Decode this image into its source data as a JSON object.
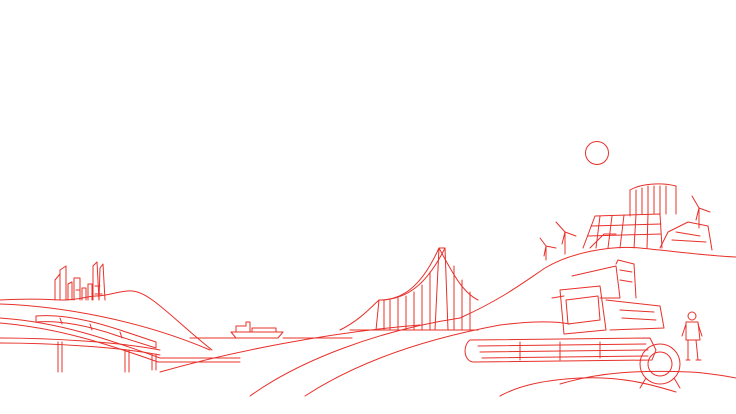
{
  "illustration": {
    "stroke_color": "#e8302a",
    "background_color": "#ffffff",
    "elements": [
      "sun",
      "hills",
      "city-skyline",
      "highway-overpass",
      "train",
      "cargo-ship",
      "suspension-bridge",
      "wind-turbines",
      "solar-factory",
      "combine-harvester",
      "farmer"
    ]
  }
}
